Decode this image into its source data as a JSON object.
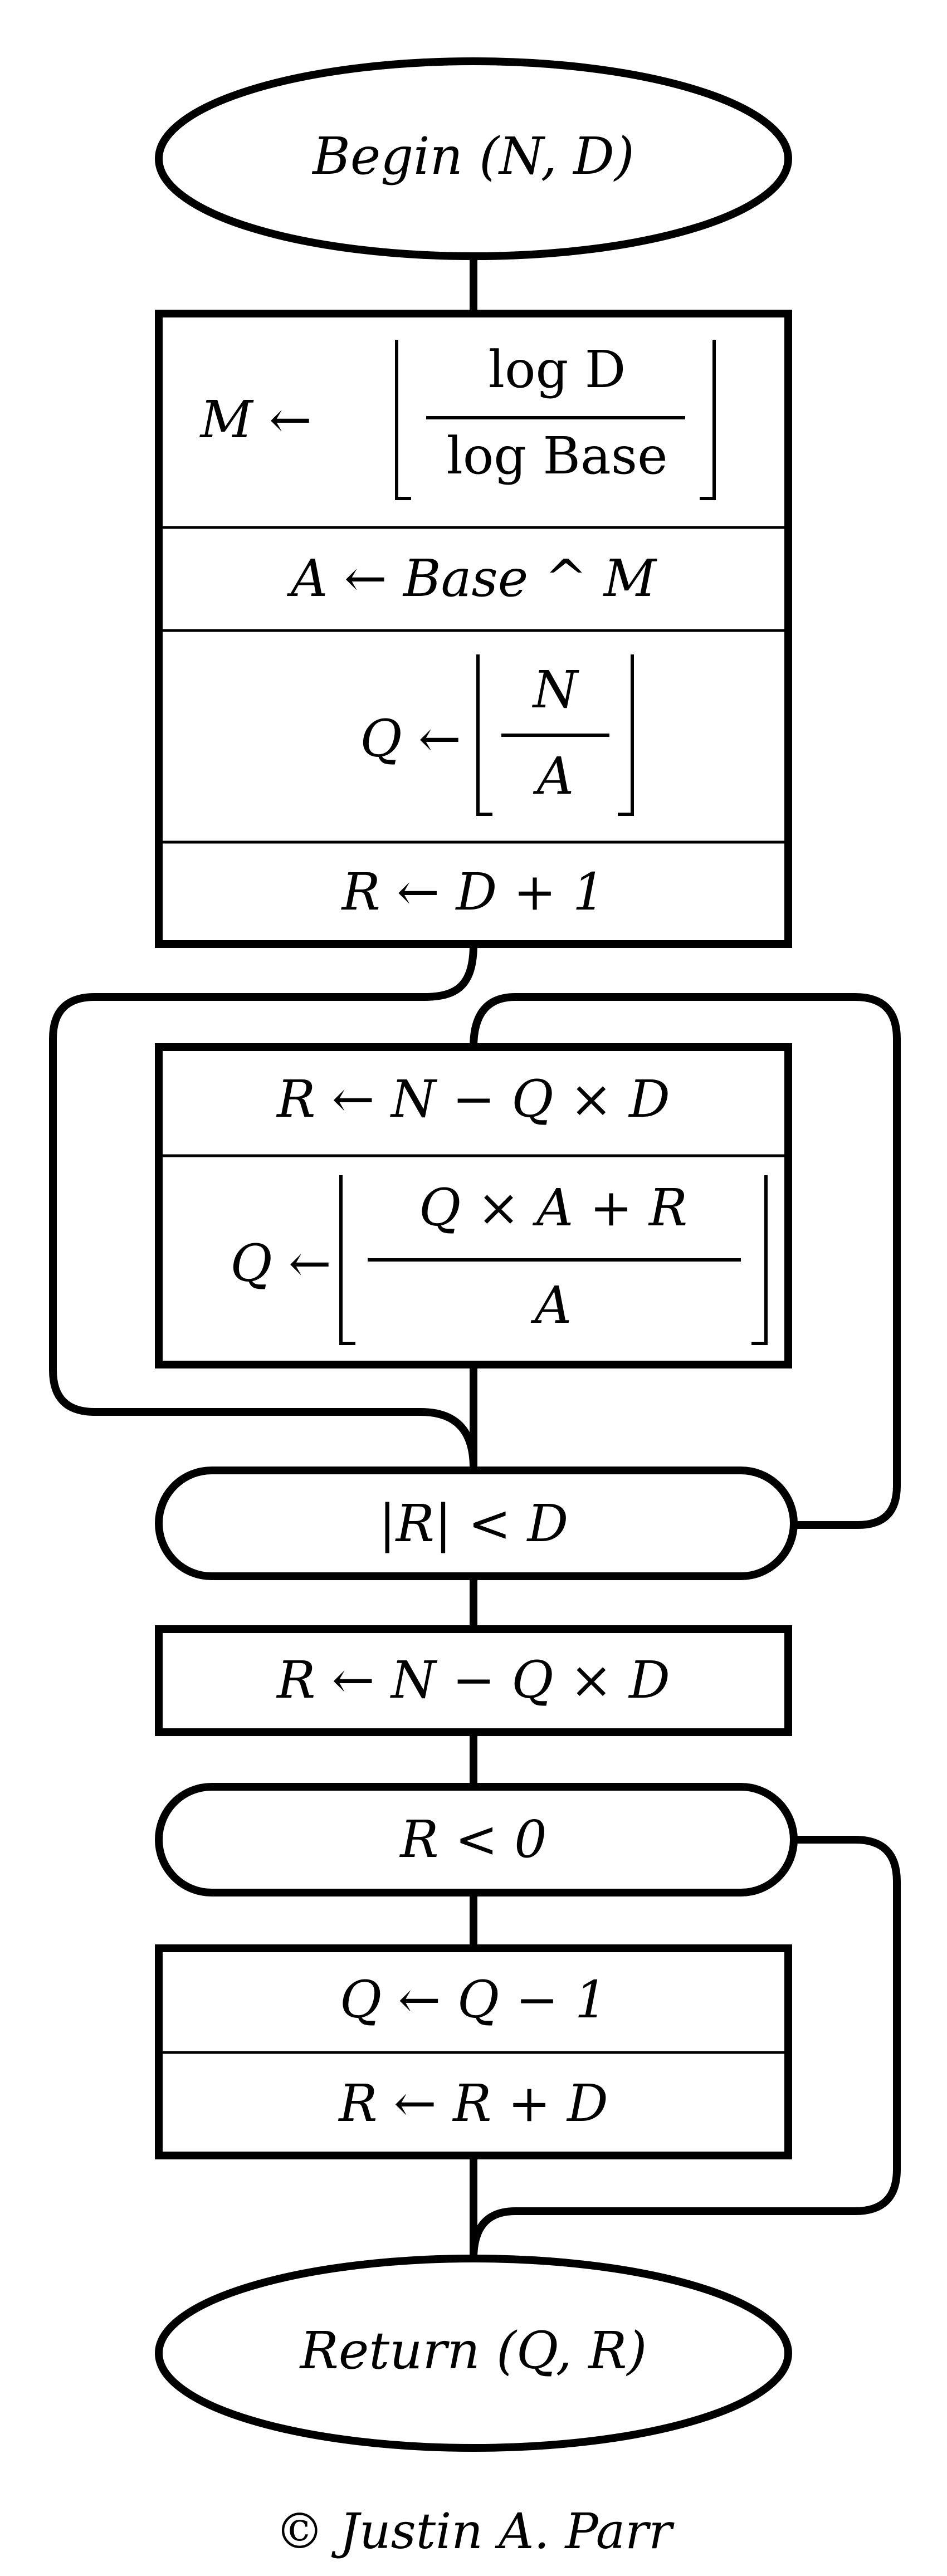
{
  "terminals": {
    "begin": "Begin (N, D)",
    "return": "Return (Q, R)"
  },
  "init_block": {
    "m_lhs": "M ←",
    "m_num": "log D",
    "m_den": "log Base",
    "a_assign": "A ← Base ^ M",
    "q_lhs": "Q ←",
    "q_num": "N",
    "q_den": "A",
    "r_assign": "R ← D + 1"
  },
  "loop_block": {
    "r_assign": "R ← N − Q × D",
    "q_lhs": "Q ←",
    "q_num": "Q × A + R",
    "q_den": "A"
  },
  "decisions": {
    "loop_condition": "|R| < D",
    "negative_check": "R < 0"
  },
  "final_block": {
    "r_assign": "R ← N − Q × D"
  },
  "adjust_block": {
    "q_assign": "Q ← Q − 1",
    "r_assign": "R ← R + D"
  },
  "copyright": "© Justin A. Parr"
}
